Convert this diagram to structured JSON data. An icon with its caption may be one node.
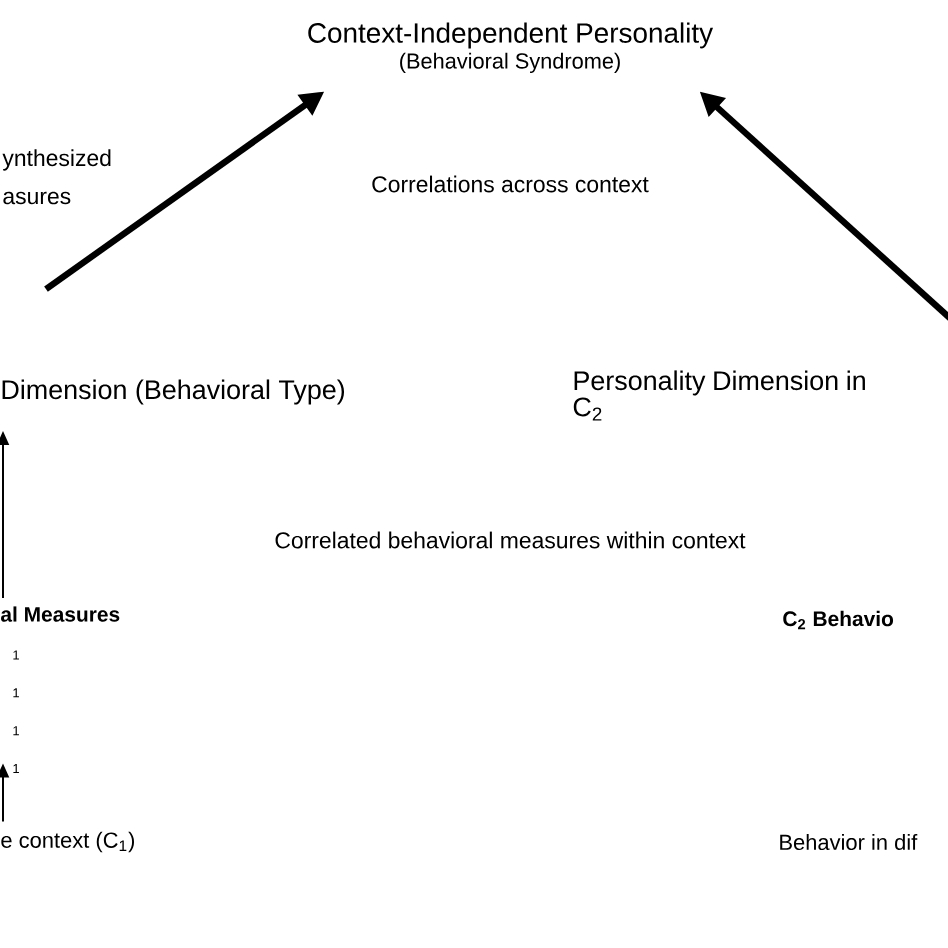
{
  "diagram": {
    "nodes": [
      {
        "text": [
          "Context-Independent Personality",
          "(Behavioral Syndrome)"
        ]
      },
      {
        "text": [
          "Dimension (Behavioral Type)"
        ]
      },
      {
        "text": [
          "Personality Dimension in C$_{2}$"
        ]
      },
      {
        "text": [
          "al Measures",
          "1",
          "1",
          "1",
          "1"
        ]
      },
      {
        "text": [
          "C$_{2}$ Behavio"
        ]
      },
      {
        "text": [
          "e context (C$_{1}$)"
        ]
      },
      {
        "text": [
          "Behavior in dif"
        ]
      }
    ],
    "edges": [
      {
        "from": 1,
        "to": 0,
        "arrow": "to",
        "style": "thick"
      },
      {
        "from": null,
        "to": 0,
        "arrow": "to",
        "style": "thick"
      },
      {
        "from": 3,
        "to": 1,
        "arrow": "to"
      },
      {
        "from": 5,
        "to": 3,
        "arrow": "to"
      }
    ],
    "labels": [
      "ynthesized",
      "asures",
      "Correlations across context",
      "Correlated behavioral measures within context"
    ]
  }
}
